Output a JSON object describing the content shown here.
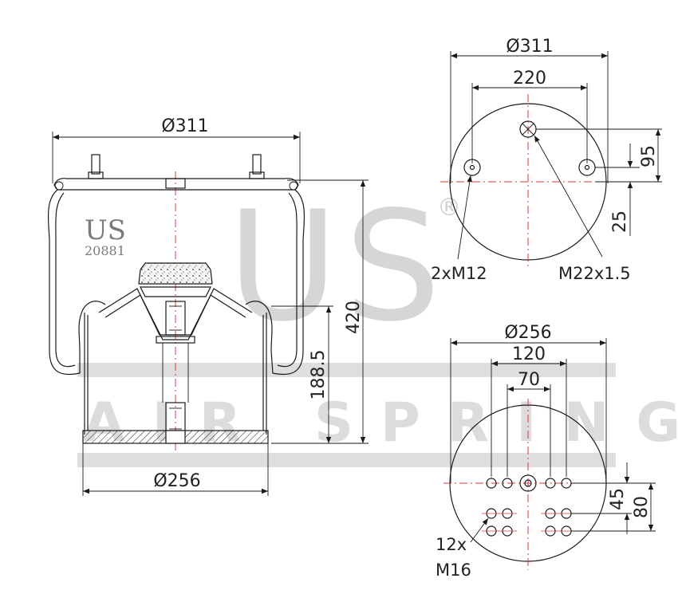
{
  "watermark": {
    "brand": "US",
    "registered": "®",
    "tagline": "AIR SPRING"
  },
  "side_view": {
    "logo_text": "US",
    "part_number": "20881",
    "dimensions": {
      "top_diameter": "Ø311",
      "height": "420",
      "piston_height": "188.5",
      "bottom_diameter": "Ø256"
    }
  },
  "top_plate": {
    "dimensions": {
      "diameter": "Ø311",
      "stud_spacing": "220",
      "offset_95": "95",
      "offset_25": "25"
    },
    "callouts": {
      "studs": "2xM12",
      "air_fitting": "M22x1.5"
    }
  },
  "bottom_plate": {
    "dimensions": {
      "diameter": "Ø256",
      "spacing_120": "120",
      "spacing_70": "70",
      "offset_45": "45",
      "offset_80": "80"
    },
    "callouts": {
      "thread_count": "12x",
      "thread_size": "M16"
    }
  }
}
